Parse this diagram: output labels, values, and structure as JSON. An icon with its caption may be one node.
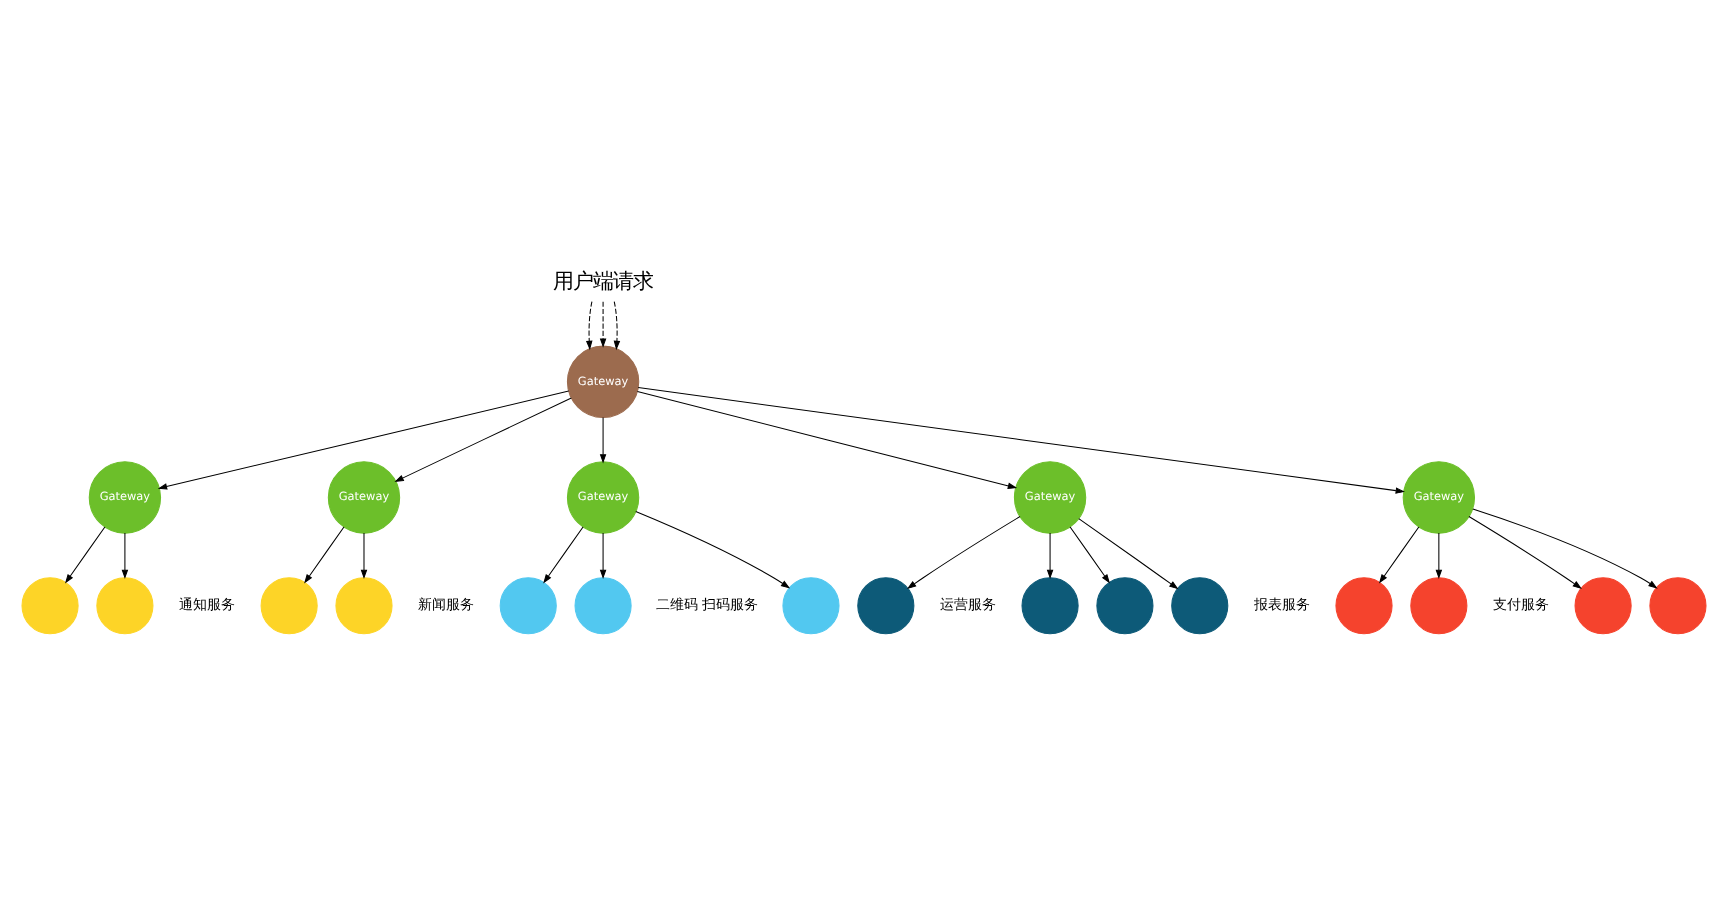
{
  "diagram": {
    "nodes": [
      {
        "text": [
          "用户端请求"
        ]
      },
      {
        "text": [
          "Gateway"
        ]
      },
      {
        "text": [
          "Gateway"
        ]
      },
      {
        "text": [],
        "shape": "circle"
      },
      {
        "text": [],
        "shape": "circle",
        "beside": [
          "通知服务"
        ]
      },
      {
        "text": [
          "Gateway"
        ]
      },
      {
        "text": [],
        "shape": "circle"
      },
      {
        "text": [],
        "shape": "circle",
        "beside": [
          "新闻服务"
        ]
      },
      {
        "text": [
          "Gateway"
        ]
      },
      {
        "text": [],
        "shape": "circle"
      },
      {
        "text": [],
        "shape": "circle",
        "beside": [
          "二维码 扫码服务"
        ]
      },
      {
        "text": [],
        "shape": "circle"
      },
      {
        "text": [
          "Gateway"
        ]
      },
      {
        "text": [],
        "shape": "circle",
        "beside": [
          "运营服务"
        ]
      },
      {
        "text": [],
        "shape": "circle"
      },
      {
        "text": [],
        "shape": "circle"
      },
      {
        "text": [],
        "shape": "circle",
        "beside": [
          "报表服务"
        ]
      },
      {
        "text": [
          "Gateway"
        ]
      },
      {
        "text": [],
        "shape": "circle"
      },
      {
        "text": [],
        "shape": "circle",
        "beside": [
          "支付服务"
        ]
      },
      {
        "text": [],
        "shape": "circle"
      },
      {
        "text": [],
        "shape": "circle"
      }
    ],
    "edges": [
      {
        "from": 0,
        "to": 1,
        "arrow": "to",
        "style": "dashed"
      },
      {
        "from": 0,
        "to": 1,
        "arrow": "to",
        "style": "dashed"
      },
      {
        "from": 0,
        "to": 1,
        "arrow": "to",
        "style": "dashed"
      },
      {
        "from": 1,
        "to": 2,
        "arrow": "to"
      },
      {
        "from": 1,
        "to": 5,
        "arrow": "to"
      },
      {
        "from": 1,
        "to": 8,
        "arrow": "to"
      },
      {
        "from": 1,
        "to": 12,
        "arrow": "to"
      },
      {
        "from": 1,
        "to": 17,
        "arrow": "to"
      },
      {
        "from": 2,
        "to": 3,
        "arrow": "to"
      },
      {
        "from": 2,
        "to": 4,
        "arrow": "to"
      },
      {
        "from": 5,
        "to": 6,
        "arrow": "to"
      },
      {
        "from": 5,
        "to": 7,
        "arrow": "to"
      },
      {
        "from": 8,
        "to": 9,
        "arrow": "to"
      },
      {
        "from": 8,
        "to": 10,
        "arrow": "to"
      },
      {
        "from": 8,
        "to": 11,
        "arrow": "to"
      },
      {
        "from": 12,
        "to": 13,
        "arrow": "to"
      },
      {
        "from": 12,
        "to": 14,
        "arrow": "to"
      },
      {
        "from": 12,
        "to": 15,
        "arrow": "to"
      },
      {
        "from": 12,
        "to": 16,
        "arrow": "to"
      },
      {
        "from": 17,
        "to": 18,
        "arrow": "to"
      },
      {
        "from": 17,
        "to": 19,
        "arrow": "to"
      },
      {
        "from": 17,
        "to": 20,
        "arrow": "to"
      },
      {
        "from": 17,
        "to": 21,
        "arrow": "to"
      }
    ]
  }
}
